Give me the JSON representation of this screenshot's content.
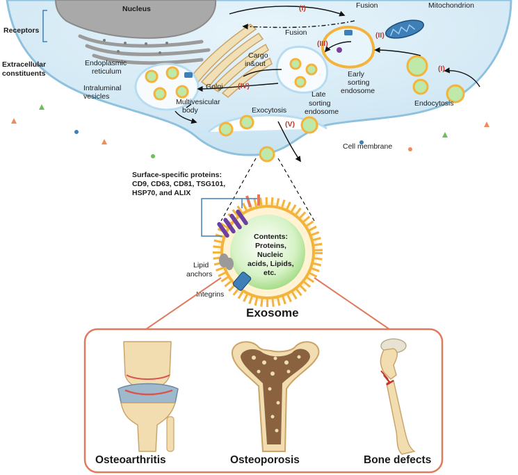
{
  "labels": {
    "nucleus": "Nucleus",
    "receptors": "Receptors",
    "extracellular_1": "Extracellular",
    "extracellular_2": "constituents",
    "er_1": "Endoplasmic",
    "er_2": "reticulum",
    "intraluminal_1": "Intraluminal",
    "intraluminal_2": "vesicles",
    "golgi": "Golgi",
    "cargo_1": "Cargo",
    "cargo_2": "in&out",
    "fusion_top": "Fusion",
    "fusion_mid": "Fusion",
    "mitochondrion": "Mitochondrion",
    "early_1": "Early",
    "early_2": "sorting",
    "early_3": "endosome",
    "late_1": "Late",
    "late_2": "sorting",
    "late_3": "endosome",
    "endocytosis": "Endocytosis",
    "mvb_1": "Multivesicular",
    "mvb_2": "body",
    "exocytosis": "Exocytosis",
    "cell_membrane": "Cell membrane",
    "surface_1": "Surface-specific proteins:",
    "surface_2": "CD9, CD63, CD81, TSG101,",
    "surface_3": "HSP70, and ALIX",
    "contents_1": "Contents:",
    "contents_2": "Proteins,",
    "contents_3": "Nucleic",
    "contents_4": "acids, Lipids,",
    "contents_5": "etc.",
    "lipid_1": "Lipid",
    "lipid_2": "anchors",
    "integrins": "Integrins",
    "exosome": "Exosome"
  },
  "steps": {
    "i_top": "(I)",
    "ii": "(II)",
    "iii": "(III)",
    "iv": "(IV)",
    "v": "(V)",
    "i_right": "(I)"
  },
  "diseases": {
    "osteoarthritis": "Osteoarthritis",
    "osteoporosis": "Osteoporosis",
    "bone_defects": "Bone defects"
  },
  "colors": {
    "cell_fill": "#d7ecf7",
    "cell_edge": "#8ec1de",
    "nucleus": "#a9a9a9",
    "exosome_ring": "#f3b33d",
    "exosome_core": "#bfe9a8",
    "panel_border": "#e07a5f",
    "step_red": "#c0392b",
    "bone": "#f2ddb0",
    "marrow": "#7a5230"
  }
}
